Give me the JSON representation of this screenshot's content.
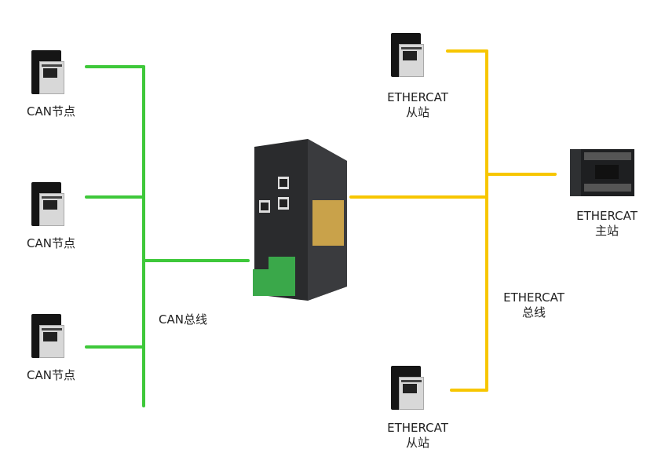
{
  "colors": {
    "can_bus": "#3ec83a",
    "ethercat_bus": "#f7c600"
  },
  "can": {
    "nodes": [
      {
        "label": "CAN节点",
        "icon": "servo-drive-icon"
      },
      {
        "label": "CAN节点",
        "icon": "servo-drive-icon"
      },
      {
        "label": "CAN节点",
        "icon": "servo-drive-icon"
      }
    ],
    "bus_label": "CAN总线"
  },
  "gateway": {
    "icon": "can-ethercat-gateway-icon"
  },
  "ethercat": {
    "slaves": [
      {
        "line1": "ETHERCAT",
        "line2": "从站",
        "icon": "servo-drive-icon"
      },
      {
        "line1": "ETHERCAT",
        "line2": "从站",
        "icon": "servo-drive-icon"
      }
    ],
    "master": {
      "line1": "ETHERCAT",
      "line2": "主站",
      "icon": "plc-icon"
    },
    "bus_line1": "ETHERCAT",
    "bus_line2": "总线"
  }
}
